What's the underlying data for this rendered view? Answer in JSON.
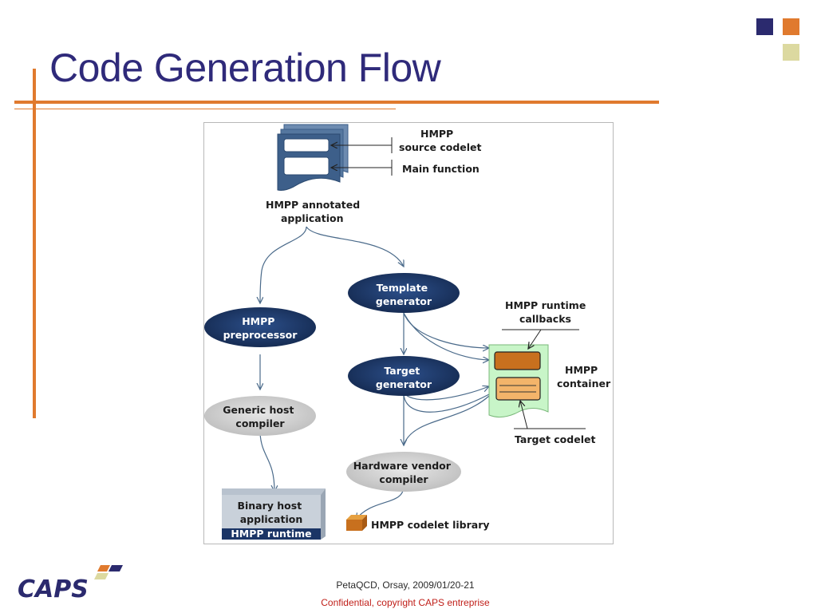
{
  "slide": {
    "title": "Code Generation Flow",
    "footer_line1": "PetaQCD, Orsay, 2009/01/20-21",
    "footer_line2": "Confidential,  copyright CAPS entreprise",
    "logo_text": "CAPS"
  },
  "diagram": {
    "source_codelet_label": [
      "HMPP",
      "source codelet"
    ],
    "main_function_label": "Main function",
    "annotated_app_label": [
      "HMPP annotated",
      "application"
    ],
    "template_generator": [
      "Template",
      "generator"
    ],
    "preprocessor": [
      "HMPP",
      "preprocessor"
    ],
    "runtime_callbacks_label": [
      "HMPP runtime",
      "callbacks"
    ],
    "target_generator": [
      "Target",
      "generator"
    ],
    "container_label": [
      "HMPP",
      "container"
    ],
    "generic_host_compiler": [
      "Generic host",
      "compiler"
    ],
    "target_codelet_label": "Target codelet",
    "hardware_vendor_compiler": [
      "Hardware vendor",
      "compiler"
    ],
    "binary_host_app": [
      "Binary host",
      "application"
    ],
    "hmpp_runtime": "HMPP runtime",
    "codelet_library_label": "HMPP codelet library"
  },
  "colors": {
    "accent_orange": "#e07a2e",
    "title_blue": "#2f2a7a",
    "node_dark": "#1b3566",
    "node_grey": "#cfcfcf",
    "doc_blue": "#3d5f8a",
    "container_green": "#c8f5c8"
  }
}
